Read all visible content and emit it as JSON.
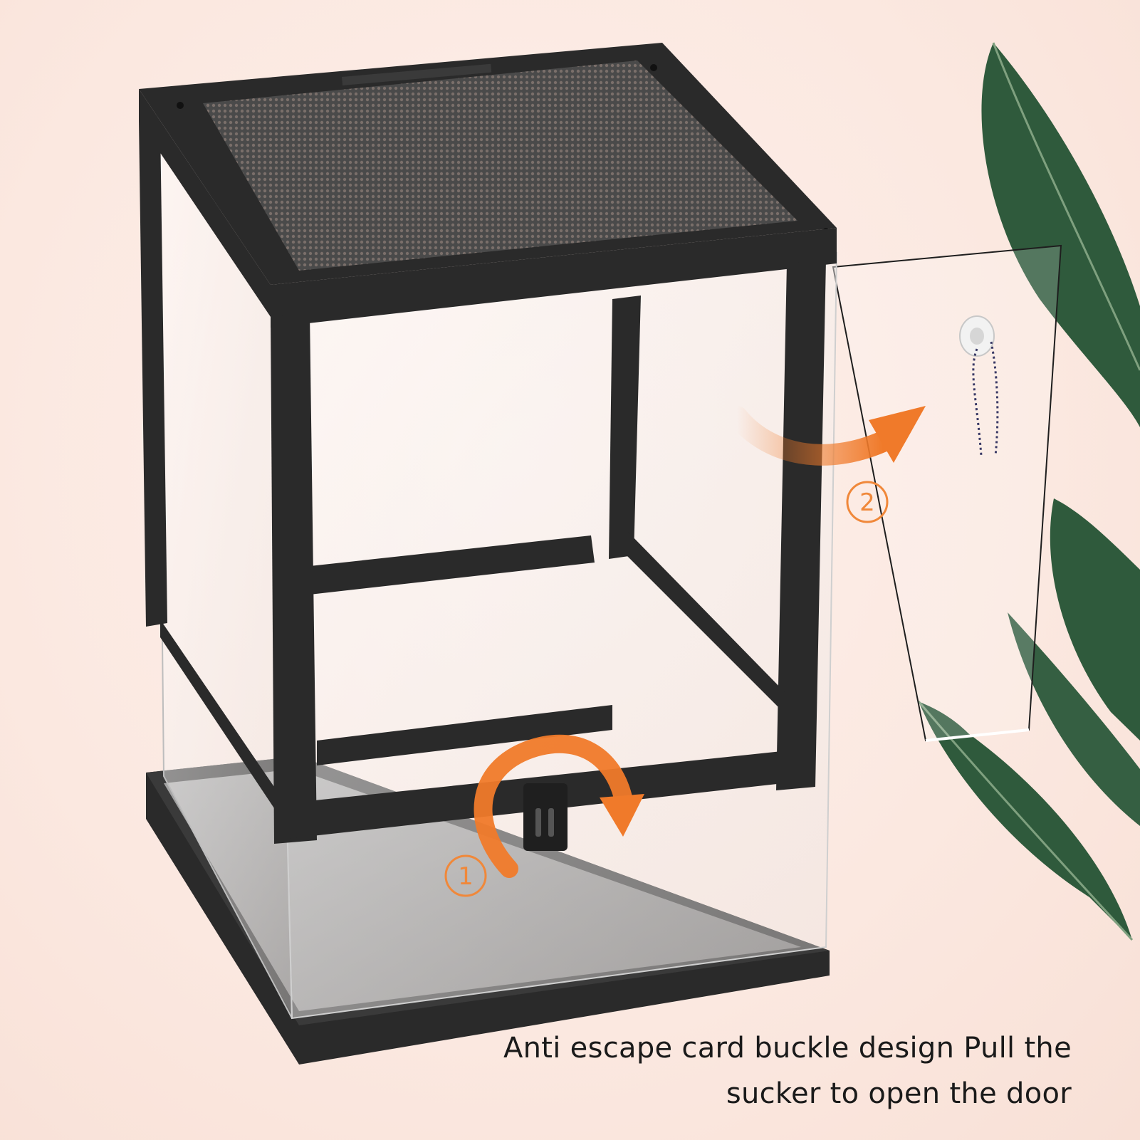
{
  "caption": {
    "line1": "Anti escape card buckle design Pull the",
    "line2": "sucker to open the door"
  },
  "steps": [
    {
      "label": "1"
    },
    {
      "label": "2"
    }
  ],
  "colors": {
    "background": "#fbe9e1",
    "frame": "#2a2a2a",
    "accent": "#f07a2a",
    "leaf": "#2f5a3c"
  }
}
